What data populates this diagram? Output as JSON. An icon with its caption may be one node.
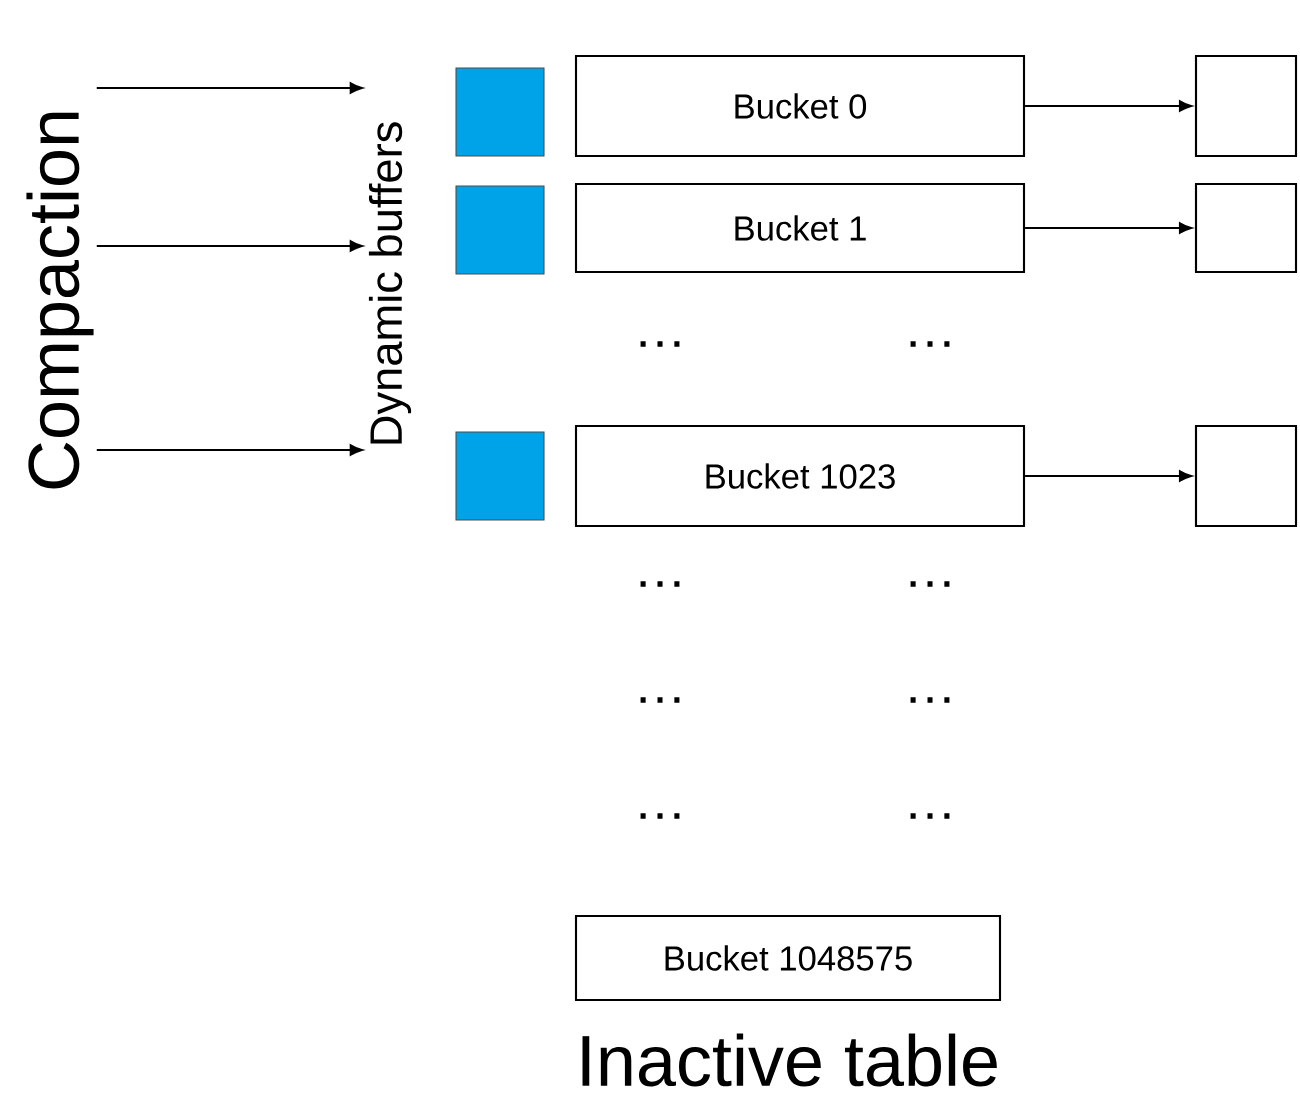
{
  "diagram": {
    "caption": "Inactive table",
    "nodes": [
      {
        "text": [
          "Compaction"
        ]
      },
      {
        "text": [
          "Dynamic buffers"
        ]
      },
      {
        "text": [],
        "shape": "box"
      },
      {
        "text": [
          "Bucket 0"
        ]
      },
      {
        "text": [],
        "shape": "box"
      },
      {
        "text": [],
        "shape": "box"
      },
      {
        "text": [
          "Bucket 1"
        ]
      },
      {
        "text": [],
        "shape": "box"
      },
      {
        "text": [],
        "shape": "box"
      },
      {
        "text": [
          "Bucket 1023"
        ]
      },
      {
        "text": [],
        "shape": "box"
      },
      {
        "text": [
          "Bucket 1048575"
        ]
      }
    ],
    "edges": [
      {
        "from": 0,
        "to": 1,
        "arrow": "to"
      },
      {
        "from": 3,
        "to": 4,
        "arrow": "to"
      },
      {
        "from": 0,
        "to": 1,
        "arrow": "to"
      },
      {
        "from": 6,
        "to": 7,
        "arrow": "to"
      },
      {
        "from": 0,
        "to": 1,
        "arrow": "to"
      },
      {
        "from": 9,
        "to": 10,
        "arrow": "to"
      }
    ],
    "labels": [
      "…",
      "…",
      "…",
      "…",
      "…",
      "…",
      "…",
      "…"
    ]
  }
}
